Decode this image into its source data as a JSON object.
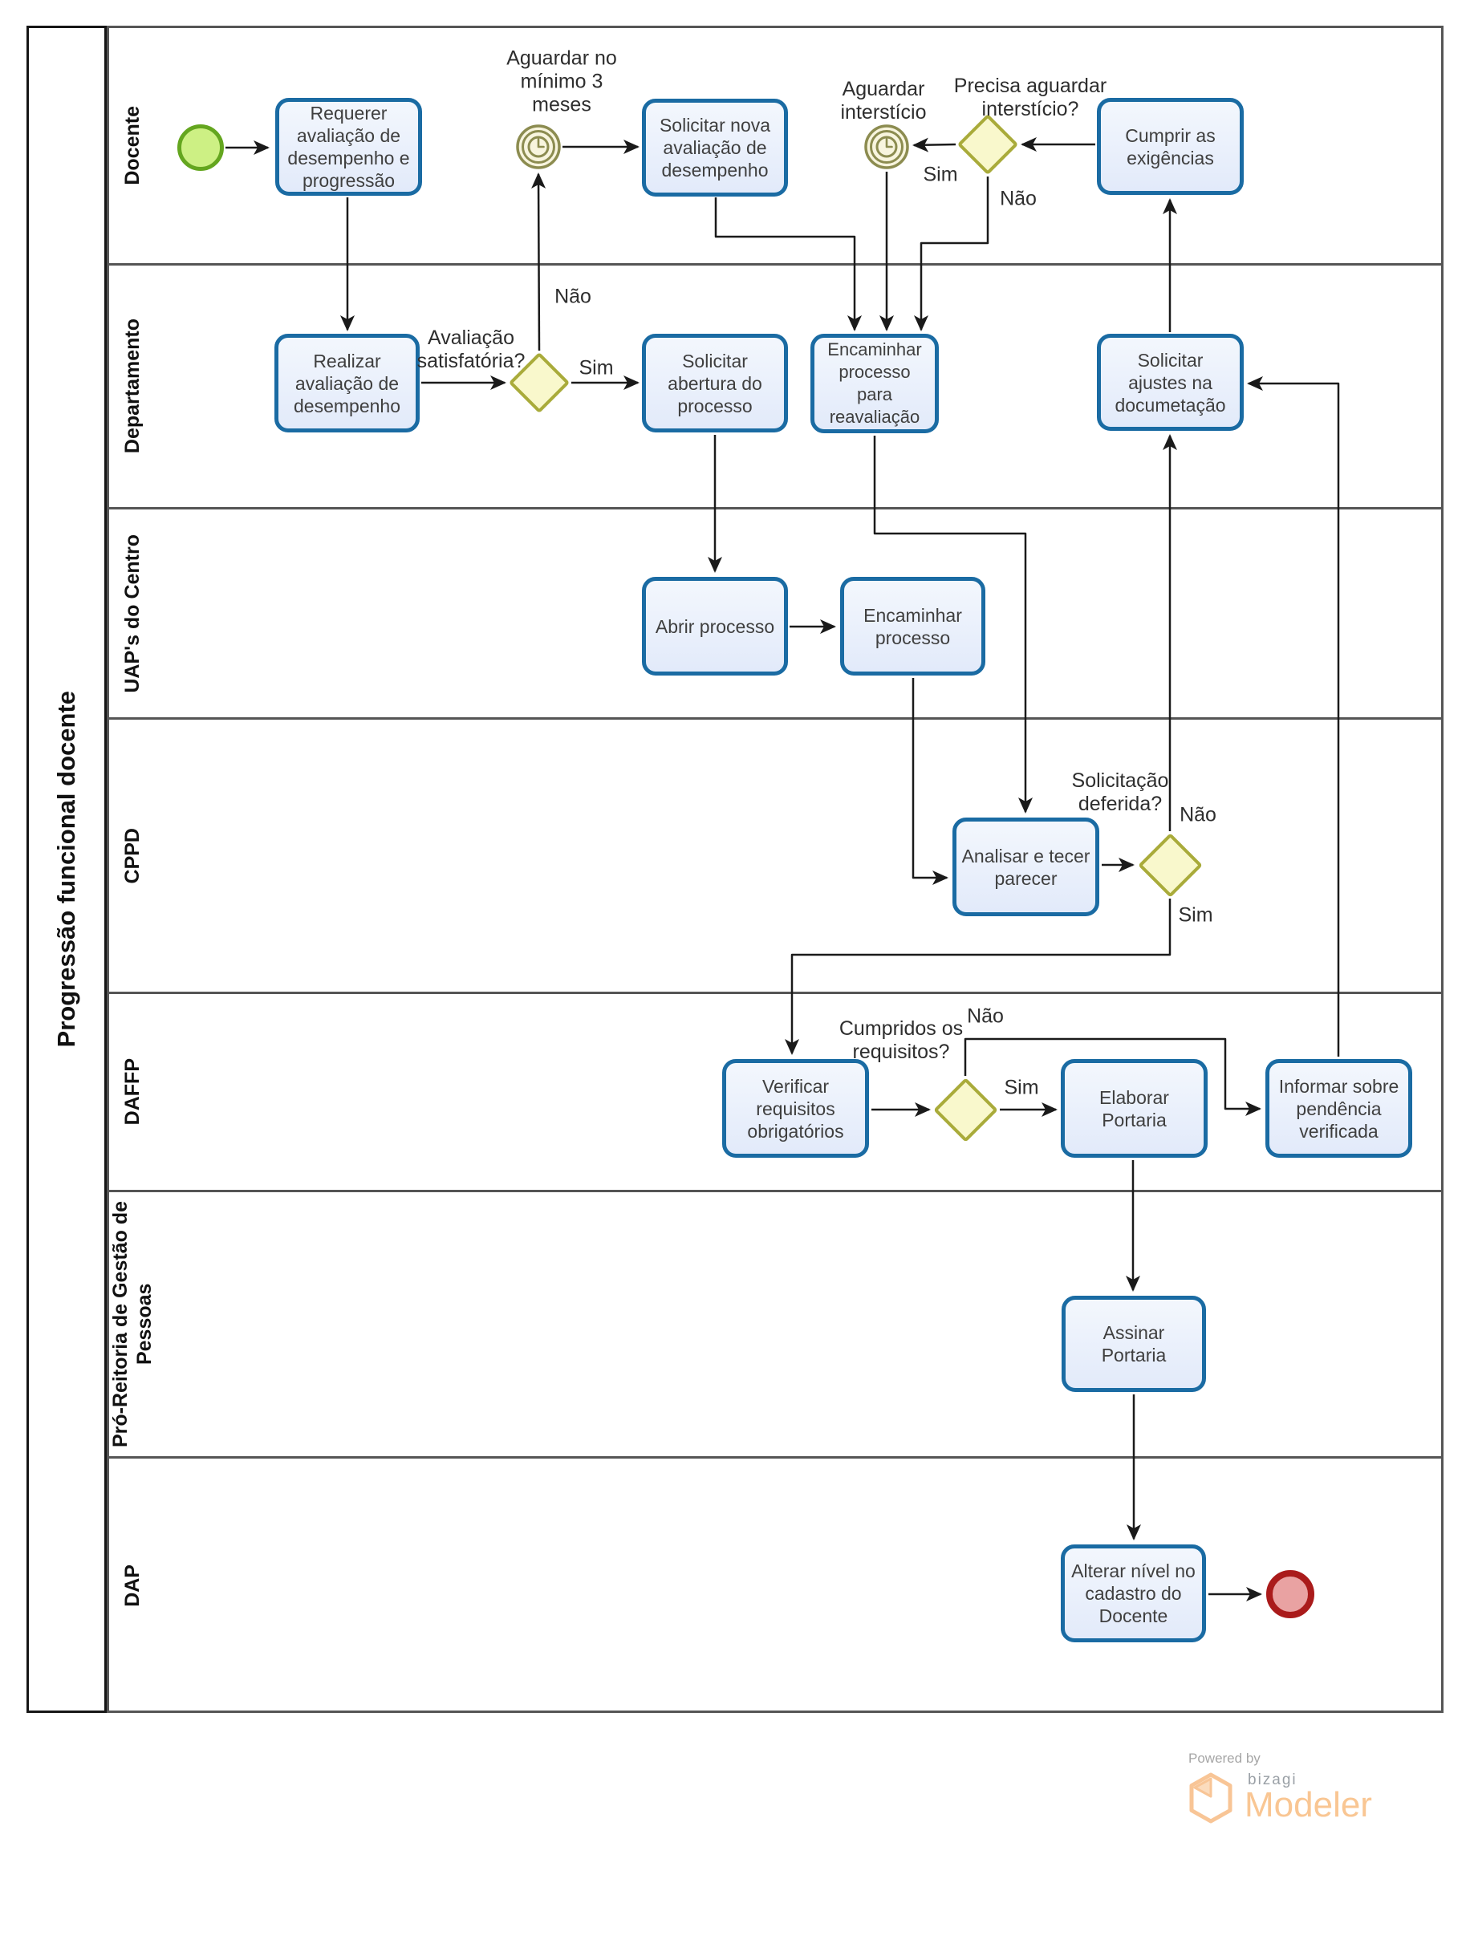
{
  "pool": {
    "title": "Progressão funcional docente"
  },
  "lanes": [
    {
      "label": "Docente"
    },
    {
      "label": "Departamento"
    },
    {
      "label": "UAP's do Centro"
    },
    {
      "label": "CPPD"
    },
    {
      "label": "DAFFP"
    },
    {
      "label": "Pró-Reitoria de Gestão de\nPessoas"
    },
    {
      "label": "DAP"
    }
  ],
  "tasks": {
    "requerer": "Requerer avaliação de desempenho e progressão",
    "solicitar_nova": "Solicitar nova avaliação de desempenho",
    "cumprir": "Cumprir as exigências",
    "realizar": "Realizar avaliação de desempenho",
    "solicitar_abertura": "Solicitar abertura do processo",
    "encaminhar_reavaliacao": "Encaminhar processo para reavaliação",
    "solicitar_ajustes": "Solicitar ajustes na documetação",
    "abrir": "Abrir processo",
    "encaminhar_processo": "Encaminhar processo",
    "analisar": "Analisar e tecer parecer",
    "verificar": "Verificar requisitos obrigatórios",
    "elaborar": "Elaborar Portaria",
    "informar": "Informar sobre pendência verificada",
    "assinar": "Assinar Portaria",
    "alterar": "Alterar nível no cadastro do Docente"
  },
  "events": {
    "timer1_label": "Aguardar no\nmínimo 3\nmeses",
    "timer2_label": "Aguardar\ninterstício"
  },
  "gateways": {
    "g1": "Precisa aguardar\ninterstício?",
    "g2": "Avaliação\nsatisfatória?",
    "g3": "Solicitação\ndeferida?",
    "g4": "Cumpridos os\nrequisitos?"
  },
  "labels": {
    "sim": "Sim",
    "nao": "Não"
  },
  "branding": {
    "powered_by": "Powered by",
    "brand": "bizagi",
    "product": "Modeler"
  },
  "colors": {
    "task_border": "#1a6ba3",
    "task_fill": "#e8eefa",
    "gateway_fill": "#f9f8cc",
    "gateway_border": "#a9ab3a",
    "timer_ring": "#8c8c50",
    "timer_fill": "#f8f5de",
    "start_fill": "#cdf084",
    "start_border": "#64a61f",
    "end_fill": "#e9a2a2",
    "end_border": "#aa1b1b",
    "lane_border": "#555555",
    "flow_line": "#1a1a1a",
    "logo_orange": "#f8c596",
    "logo_gray": "#9aa0a6"
  }
}
